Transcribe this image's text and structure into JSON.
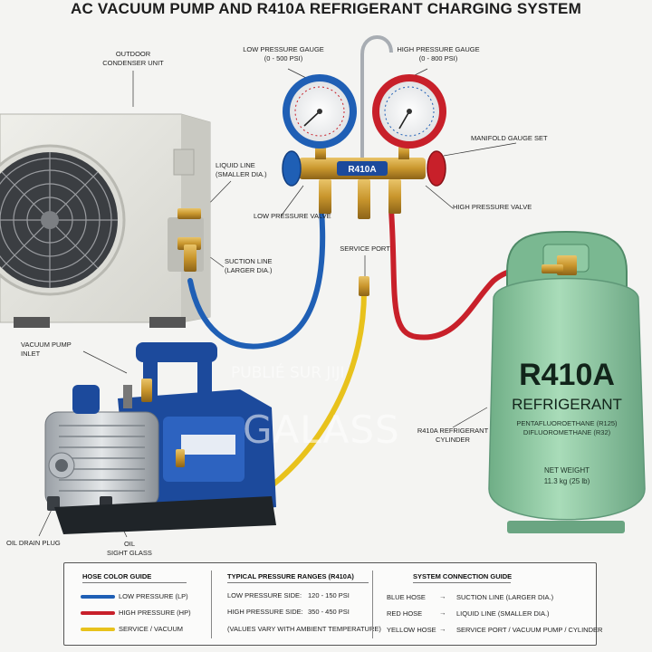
{
  "title": "AC VACUUM PUMP AND R410A REFRIGERANT CHARGING SYSTEM",
  "labels": {
    "outdoor_unit": [
      "OUTDOOR",
      "CONDENSER UNIT"
    ],
    "low_gauge": [
      "LOW PRESSURE GAUGE",
      "(0 - 500 PSI)"
    ],
    "high_gauge": [
      "HIGH PRESSURE GAUGE",
      "(0 - 800 PSI)"
    ],
    "manifold": "MANIFOLD GAUGE SET",
    "manifold_badge": "R410A",
    "liquid_line": [
      "LIQUID LINE",
      "(SMALLER DIA.)"
    ],
    "suction_line": [
      "SUCTION LINE",
      "(LARGER DIA.)"
    ],
    "low_valve": "LOW PRESSURE VALVE",
    "high_valve": "HIGH PRESSURE VALVE",
    "service_port": "SERVICE PORT",
    "pump_inlet": [
      "VACUUM PUMP",
      "INLET"
    ],
    "cylinder": [
      "R410A REFRIGERANT",
      "CYLINDER"
    ],
    "oil_drain": "OIL DRAIN PLUG",
    "sight_glass": [
      "OIL",
      "SIGHT GLASS"
    ]
  },
  "cylinder_print": {
    "brand": "R410A",
    "type": "REFRIGERANT",
    "chem1": "PENTAFLUOROETHANE (R125)",
    "chem2": "DIFLUOROMETHANE (R32)",
    "weight_label": "NET WEIGHT",
    "weight_value": "11.3 kg (25 lb)"
  },
  "watermark": {
    "line1": "PUBLIÉ SUR JIJI",
    "line2": "GALASS"
  },
  "legend": {
    "hose_guide": {
      "heading": "HOSE COLOR GUIDE",
      "items": [
        {
          "label": "LOW PRESSURE (LP)",
          "color": "#1f5fb5"
        },
        {
          "label": "HIGH PRESSURE (HP)",
          "color": "#c8202a"
        },
        {
          "label": "SERVICE / VACUUM",
          "color": "#e8c21c"
        }
      ]
    },
    "pressure": {
      "heading": "TYPICAL PRESSURE RANGES (R410A)",
      "rows": [
        {
          "label": "LOW PRESSURE SIDE:",
          "value": "120 - 150 PSI"
        },
        {
          "label": "HIGH PRESSURE SIDE:",
          "value": "350 - 450 PSI"
        }
      ],
      "note": "(VALUES VARY WITH AMBIENT TEMPERATURE)"
    },
    "connections": {
      "heading": "SYSTEM CONNECTION GUIDE",
      "rows": [
        {
          "hose": "BLUE HOSE",
          "arrow": "→",
          "target": "SUCTION LINE (LARGER DIA.)"
        },
        {
          "hose": "RED HOSE",
          "arrow": "→",
          "target": "LIQUID LINE (SMALLER DIA.)"
        },
        {
          "hose": "YELLOW HOSE",
          "arrow": "→",
          "target": "SERVICE PORT / VACUUM PUMP / CYLINDER"
        }
      ]
    }
  },
  "colors": {
    "blue_hose": "#1f5fb5",
    "red_hose": "#c8202a",
    "yellow_hose": "#e8c21c",
    "cylinder": "#8fc9a3"
  }
}
